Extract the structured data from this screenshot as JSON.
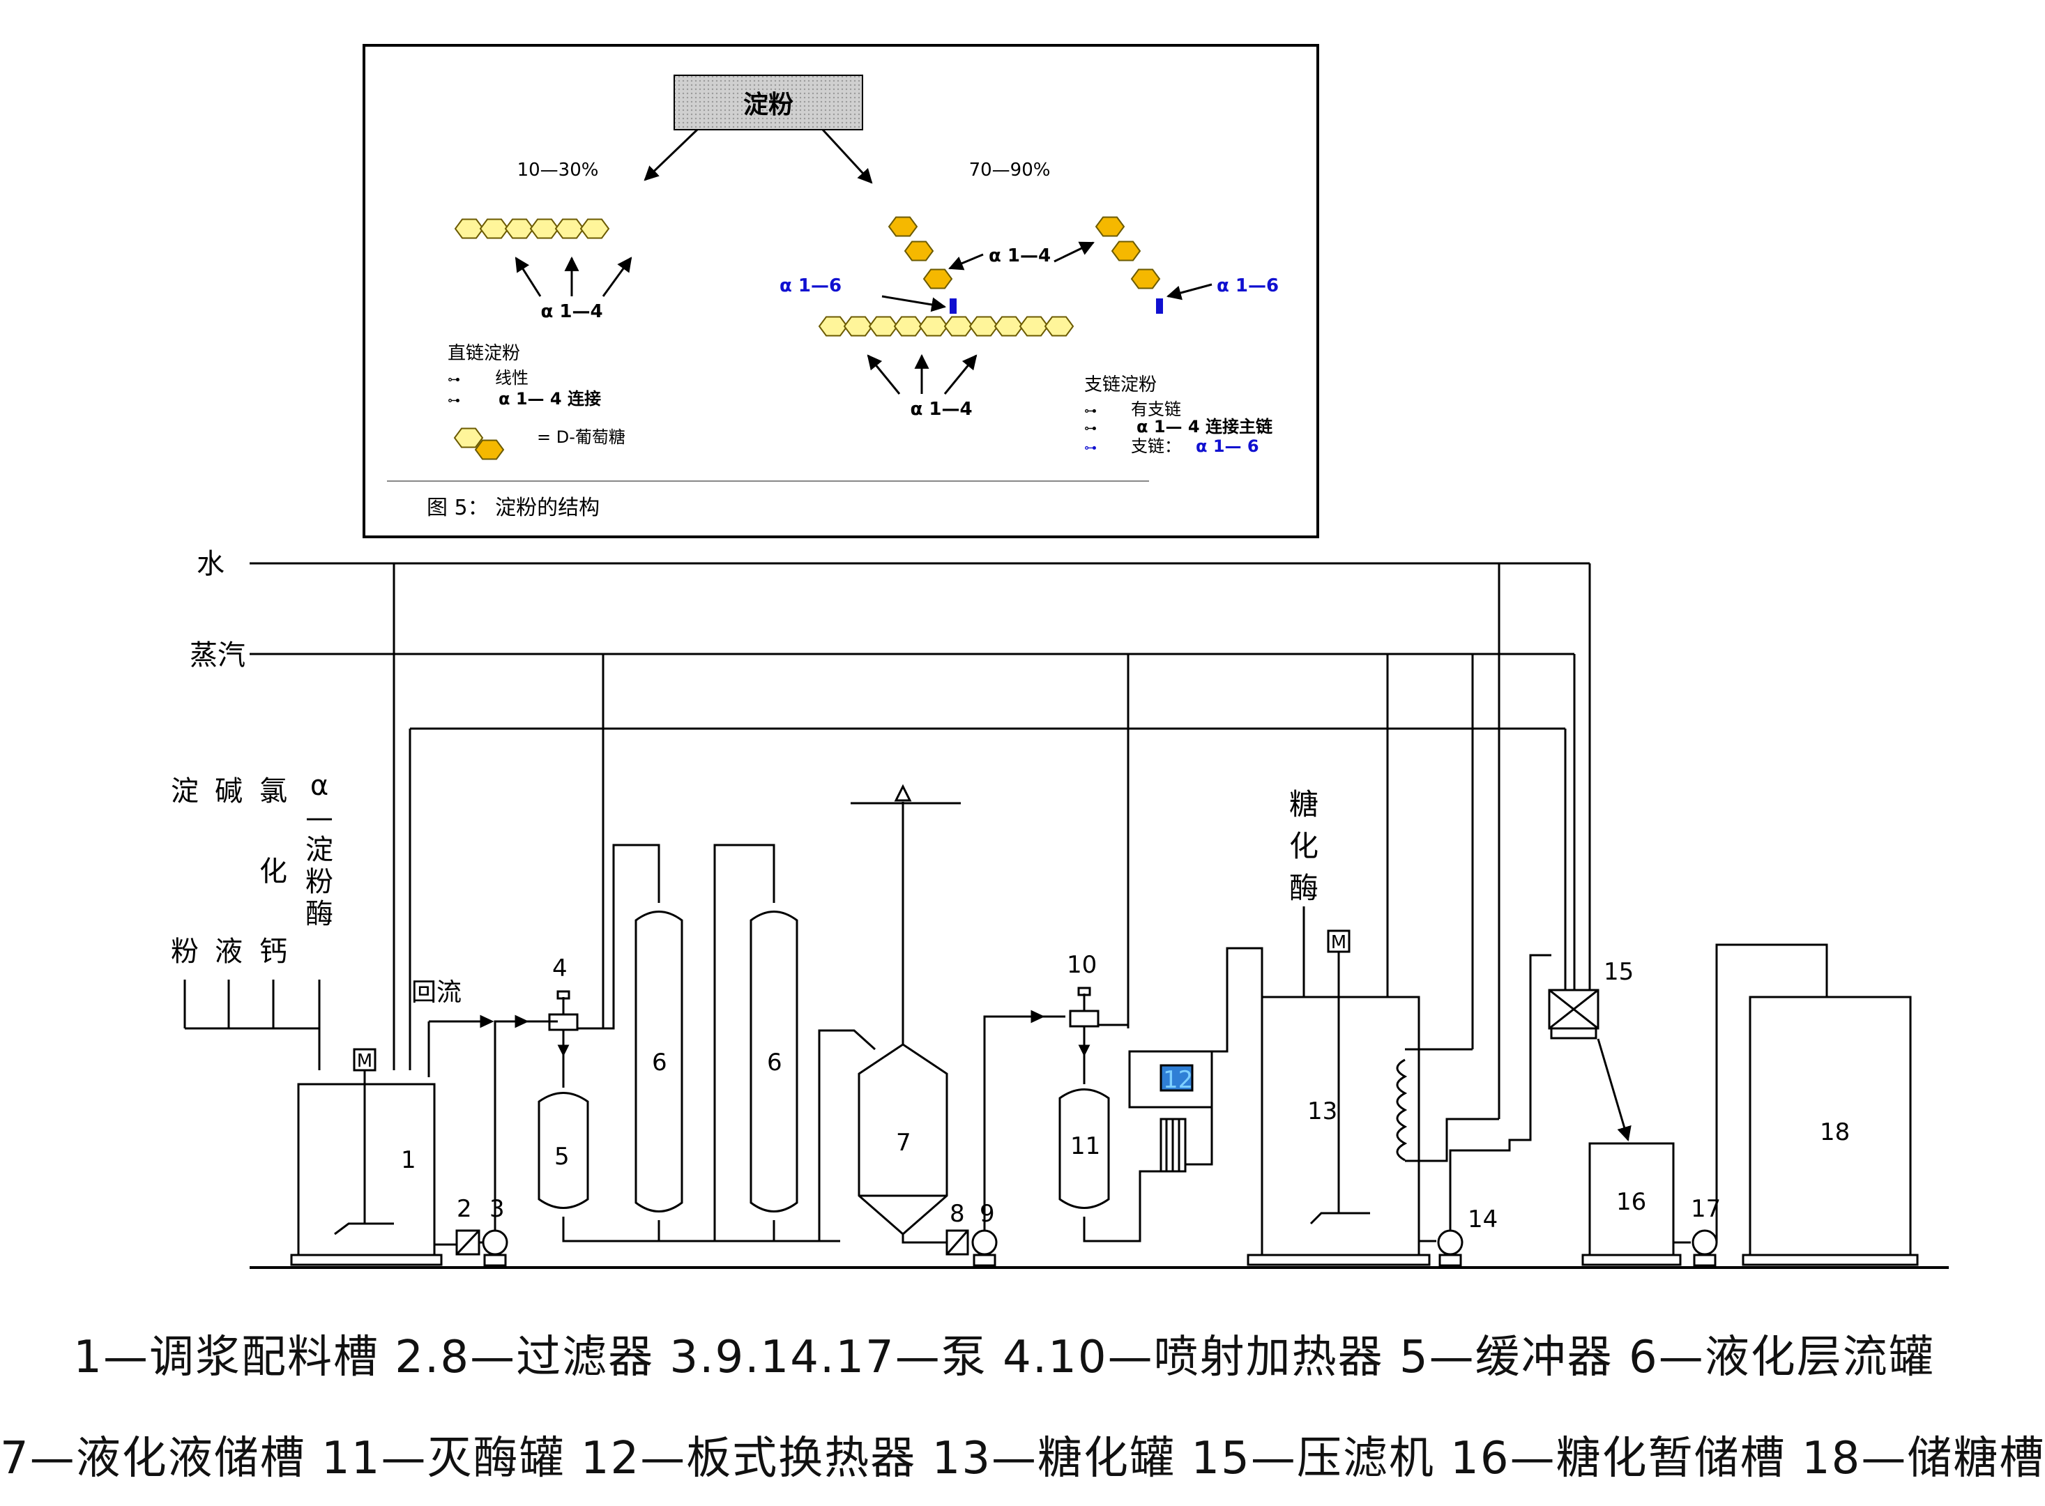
{
  "inset": {
    "starch_box": "淀粉",
    "left_pct": "10—30%",
    "right_pct": "70—90%",
    "bond_a14_left": "α 1—4",
    "bond_a14_top": "α 1—4",
    "bond_a14_bottom": "α 1—4",
    "bond_a16_left": "α 1—6",
    "bond_a16_right": "α 1—6",
    "amylose_title": "直链淀粉",
    "amylose_item1": "线性",
    "amylose_item2": "α 1— 4 连接",
    "glucose_legend": "= D-葡萄糖",
    "amylopectin_title": "支链淀粉",
    "amylopectin_item1": "有支链",
    "amylopectin_item2": "α 1— 4 连接主链",
    "amylopectin_item3_prefix": "支链：",
    "amylopectin_item3_value": "α 1— 6",
    "caption": "图 5：    淀粉的结构"
  },
  "process": {
    "water": "水",
    "steam": "蒸汽",
    "feed_1": "淀粉",
    "feed_2": "碱液",
    "feed_3": "氯化钙",
    "feed_4": "α—淀粉酶",
    "reflux": "回流",
    "enzyme": "糖化酶",
    "motor": "M",
    "num_1": "1",
    "num_2": "2",
    "num_3": "3",
    "num_4": "4",
    "num_5": "5",
    "num_6": "6",
    "num_7": "7",
    "num_8": "8",
    "num_9": "9",
    "num_10": "10",
    "num_11": "11",
    "num_12": "12",
    "num_13": "13",
    "num_14": "14",
    "num_15": "15",
    "num_16": "16",
    "num_17": "17",
    "num_18": "18"
  },
  "legend": {
    "line1": "1—调浆配料槽   2.8—过滤器   3.9.14.17—泵   4.10—喷射加热器   5—缓冲器   6—液化层流罐",
    "line2": "7—液化液储槽   11—灭酶罐   12—板式换热器   13—糖化罐   15—压滤机   16—糖化暂储槽   18—储糖槽"
  },
  "colors": {
    "glucose_fill": "#FFF59A",
    "glucose_dark": "#F5B800",
    "bond_blue": "#1010D0",
    "starch_box_fill": "#C8C8C8",
    "line": "#000000"
  }
}
